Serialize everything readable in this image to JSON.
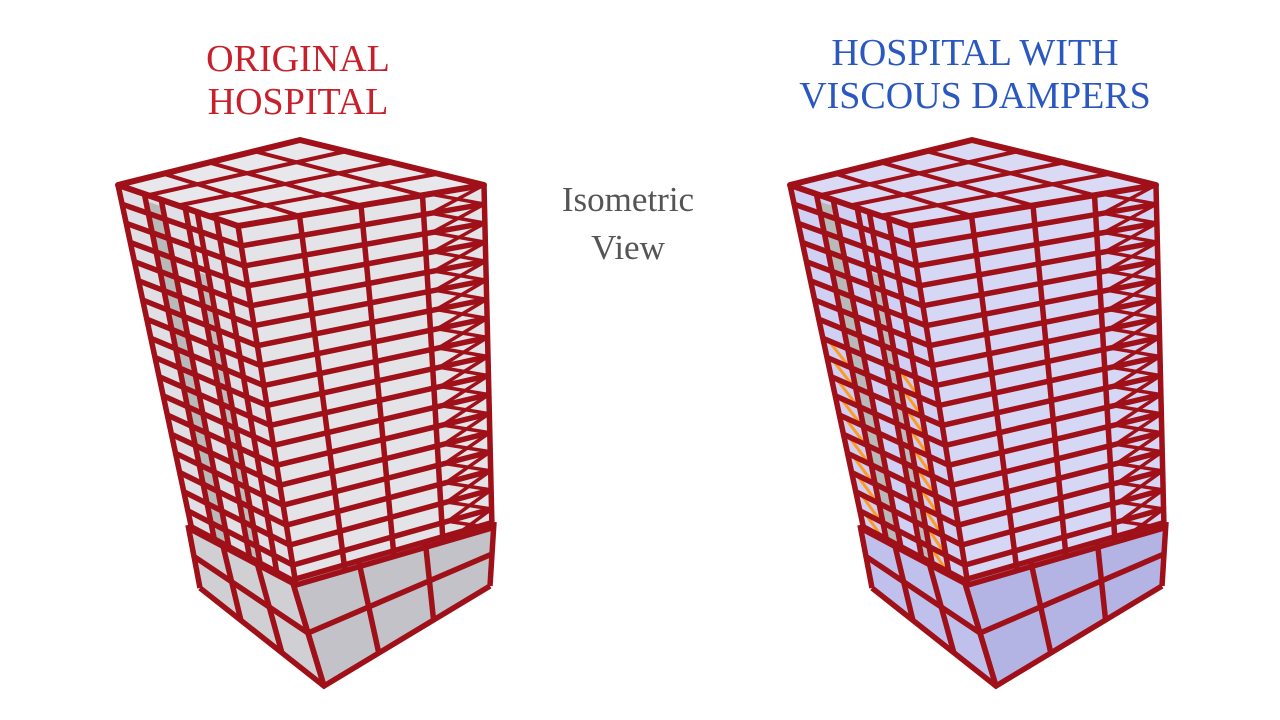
{
  "left_title": {
    "line1": "ORIGINAL",
    "line2": "HOSPITAL",
    "color": "#c8202a"
  },
  "right_title": {
    "line1": "HOSPITAL WITH",
    "line2": "VISCOUS DAMPERS",
    "color": "#2a58c0"
  },
  "center_label": {
    "line1": "Isometric",
    "line2": "View",
    "color": "#555555"
  },
  "colors": {
    "frame": "#a01018",
    "frame_highlight": "#d03036",
    "core_wall": "#b9b9b9",
    "glass_plain": "#dcdce2",
    "glass_damper": "#c8c8f2",
    "damper": "#ff9a22"
  },
  "models": [
    {
      "name": "original-hospital-model",
      "stories": 18,
      "dampers": false
    },
    {
      "name": "damped-hospital-model",
      "stories": 18,
      "dampers": true
    }
  ]
}
